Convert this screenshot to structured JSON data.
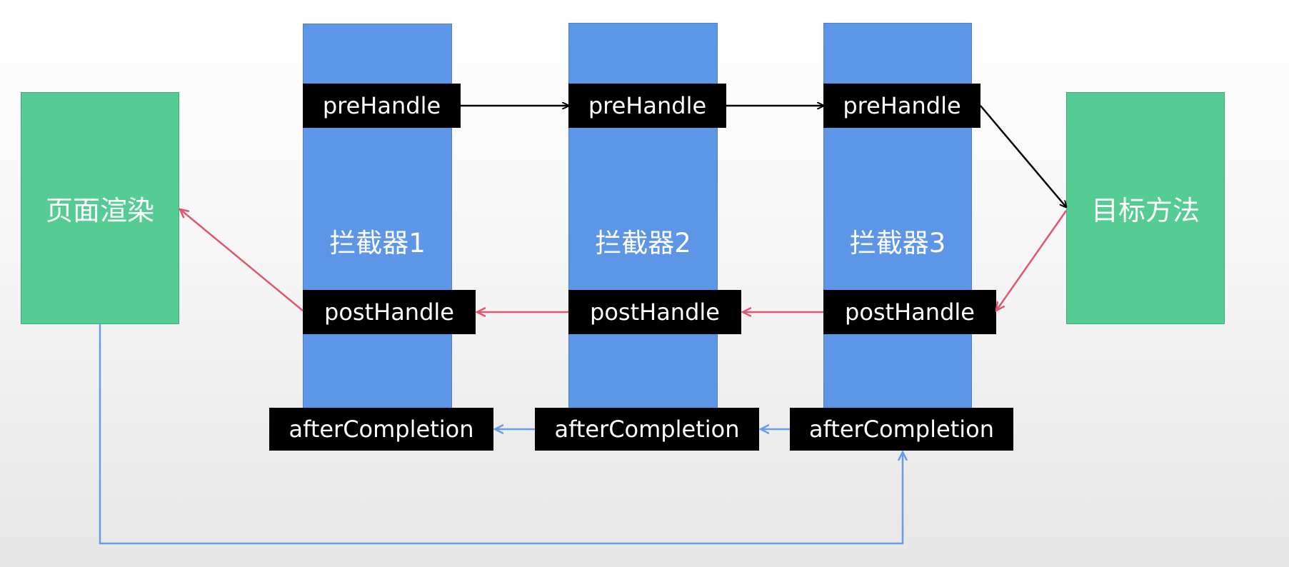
{
  "diagram": {
    "render_node": {
      "label": "页面渲染"
    },
    "target_node": {
      "label": "目标方法"
    },
    "interceptors": [
      {
        "label": "拦截器1",
        "pre": "preHandle",
        "post": "postHandle",
        "after": "afterCompletion"
      },
      {
        "label": "拦截器2",
        "pre": "preHandle",
        "post": "postHandle",
        "after": "afterCompletion"
      },
      {
        "label": "拦截器3",
        "pre": "preHandle",
        "post": "postHandle",
        "after": "afterCompletion"
      }
    ],
    "colors": {
      "node_green": "#55cc93",
      "interceptor_blue": "#5d96e6",
      "method_box": "#000000",
      "pre_arrow": "#000000",
      "post_arrow": "#e0566f",
      "after_arrow": "#6a9be6"
    }
  }
}
